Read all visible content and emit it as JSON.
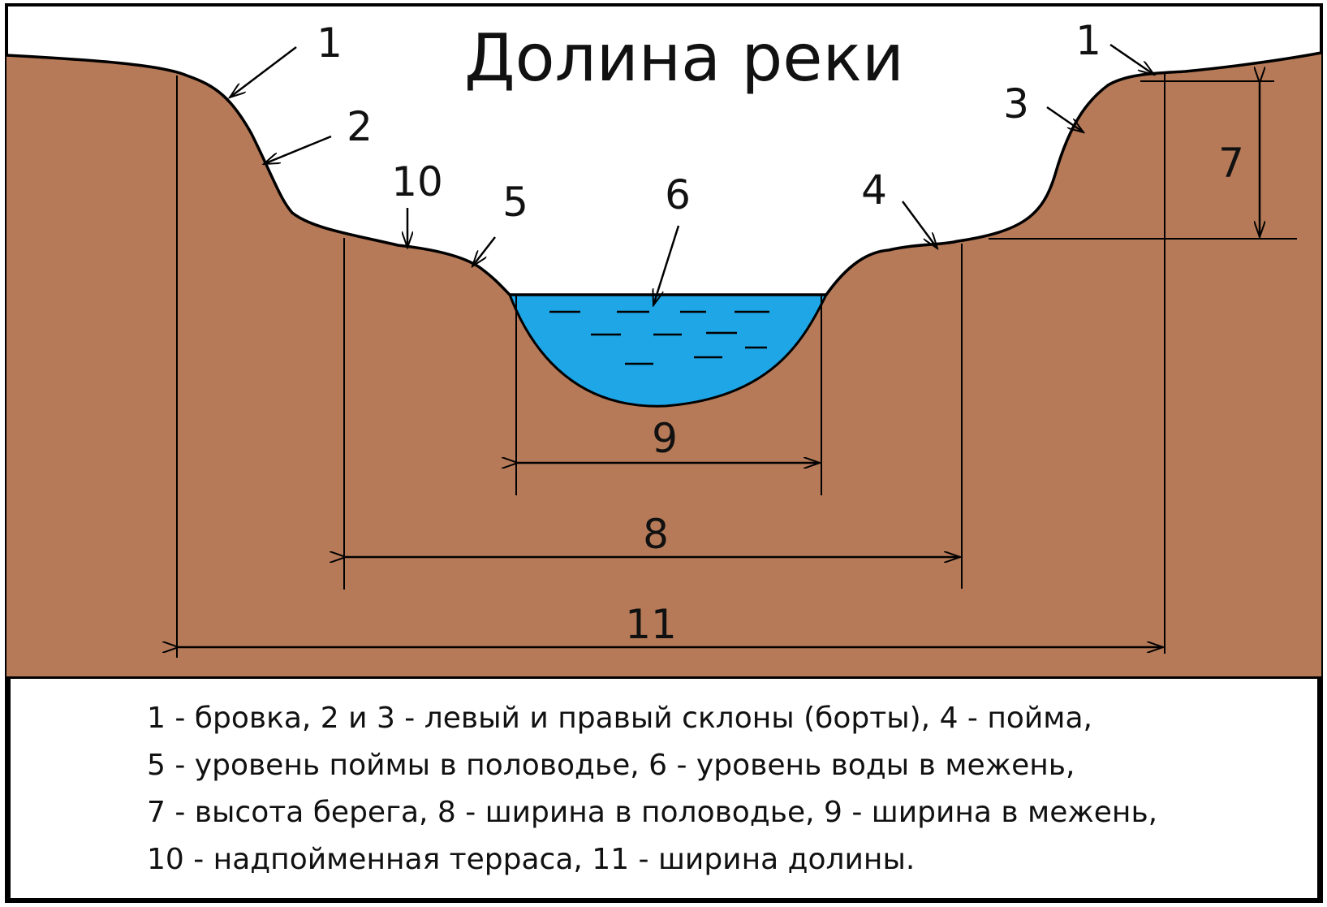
{
  "title": "Долина реки",
  "labels": {
    "brow_left": "1",
    "brow_right": "1",
    "left_slope": "2",
    "right_slope": "3",
    "floodplain": "4",
    "flood_level": "5",
    "water_level": "6",
    "bank_height": "7",
    "flood_width": "8",
    "low_water_width": "9",
    "terrace": "10",
    "valley_width": "11"
  },
  "legend": [
    "1 - бровка, 2 и 3 - левый и правый склоны (борты), 4 - пойма,",
    "5 - уровень поймы в половодье, 6 - уровень воды в межень,",
    "7 - высота берега, 8 - ширина в половодье, 9 - ширина в межень,",
    "10 - надпойменная терраса, 11 - ширина долины."
  ],
  "colors": {
    "ground": "#b67a58",
    "water": "#1ea6e6",
    "outline": "#000000",
    "background": "#ffffff"
  }
}
